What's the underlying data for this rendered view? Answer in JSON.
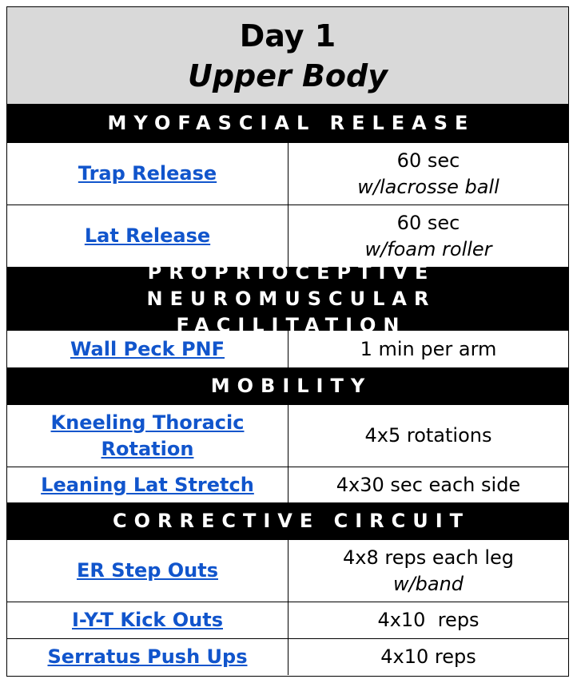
{
  "header": {
    "title": "Day 1",
    "subtitle": "Upper Body"
  },
  "sections": {
    "myofascial": {
      "heading": "MYOFASCIAL RELEASE",
      "rows": [
        {
          "name": "Trap Release",
          "dose": "60 sec",
          "note": "w/lacrosse ball"
        },
        {
          "name": "Lat Release",
          "dose": "60 sec",
          "note": "w/foam roller"
        }
      ]
    },
    "pnf": {
      "heading_line1": "PROPRIOCEPTIVE NEUROMUSCULAR",
      "heading_line2": "FACILITATION",
      "rows": [
        {
          "name": "Wall Peck PNF",
          "dose": "1 min per arm"
        }
      ]
    },
    "mobility": {
      "heading": "MOBILITY",
      "rows": [
        {
          "name_line1": "Kneeling Thoracic",
          "name_line2": "Rotation",
          "dose": "4x5 rotations"
        },
        {
          "name": "Leaning Lat Stretch",
          "dose": "4x30 sec each side"
        }
      ]
    },
    "corrective": {
      "heading": "CORRECTIVE CIRCUIT",
      "rows": [
        {
          "name": "ER Step Outs",
          "dose": "4x8 reps each leg",
          "note": "w/band"
        },
        {
          "name": "I-Y-T Kick Outs",
          "dose": "4x10  reps"
        },
        {
          "name": "Serratus Push Ups",
          "dose": "4x10 reps"
        }
      ]
    }
  },
  "colors": {
    "link": "#1155cc",
    "header_bg": "#d9d9d9",
    "section_bg": "#000000",
    "section_text": "#ffffff"
  }
}
